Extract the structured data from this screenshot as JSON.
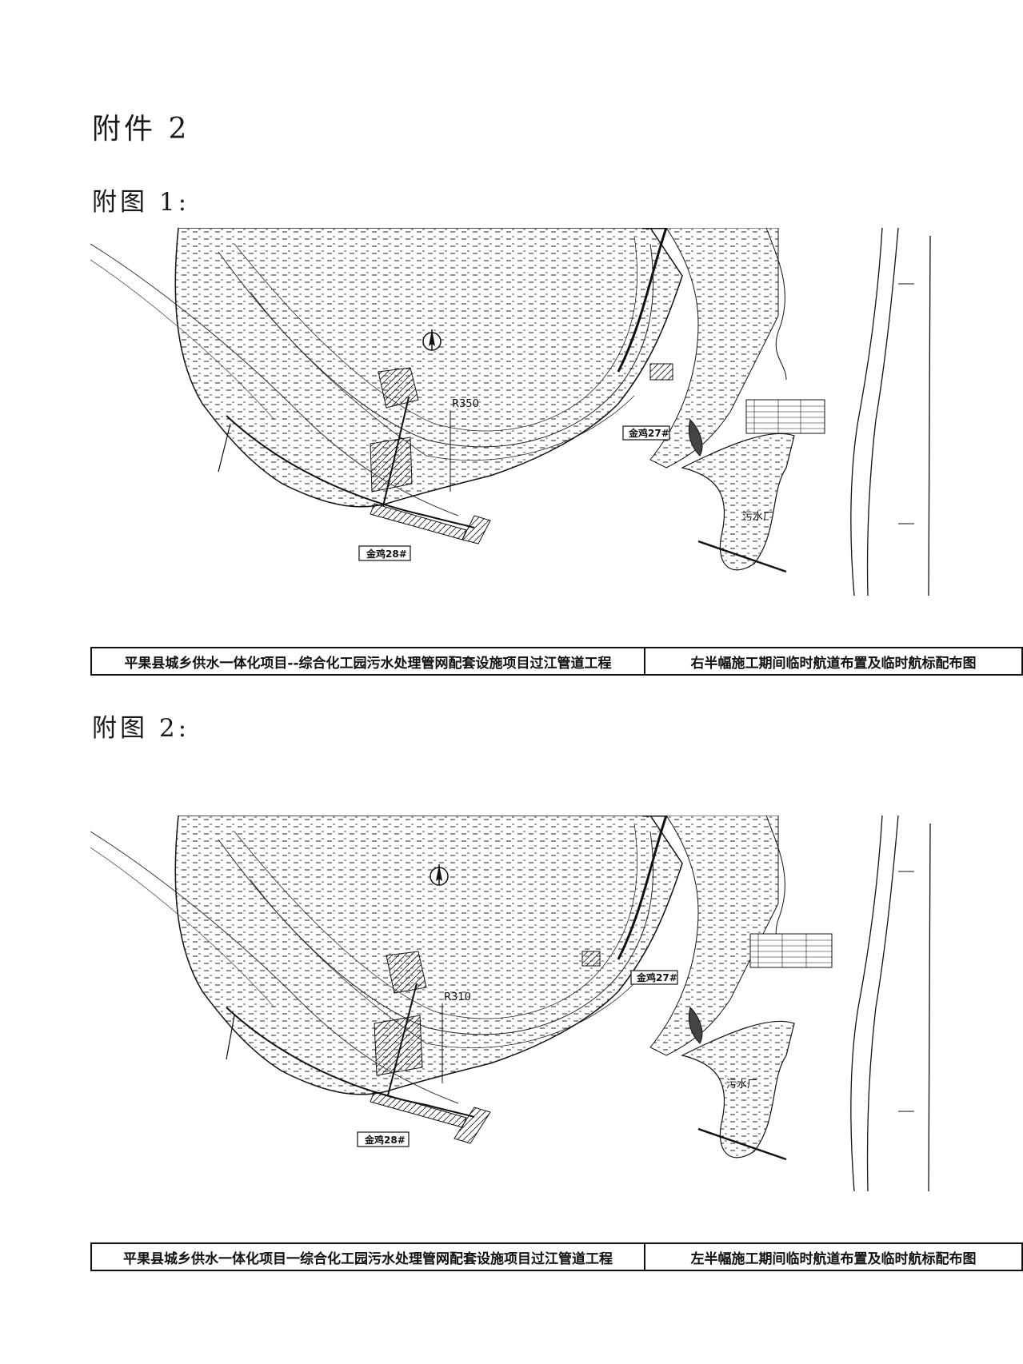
{
  "document": {
    "attachment_heading": "附件 2",
    "figures": [
      {
        "heading": "附图 1:",
        "radius_label": "R350",
        "station_upper": "金鸡27#",
        "station_lower": "金鸡28#",
        "facility_label": "污水厂",
        "title_left": "平果县城乡供水一体化项目--综合化工园污水处理管网配套设施项目过江管道工程",
        "title_right": "右半幅施工期间临时航道布置及临时航标配布图"
      },
      {
        "heading": "附图 2:",
        "radius_label": "R310",
        "station_upper": "金鸡27#",
        "station_lower": "金鸡28#",
        "facility_label": "污水厂",
        "title_left": "平果县城乡供水一体化项目一综合化工园污水处理管网配套设施项目过江管道工程",
        "title_right": "左半幅施工期间临时航道布置及临时航标配布图"
      }
    ]
  },
  "icons": {
    "north_arrow": "north-arrow-icon"
  }
}
